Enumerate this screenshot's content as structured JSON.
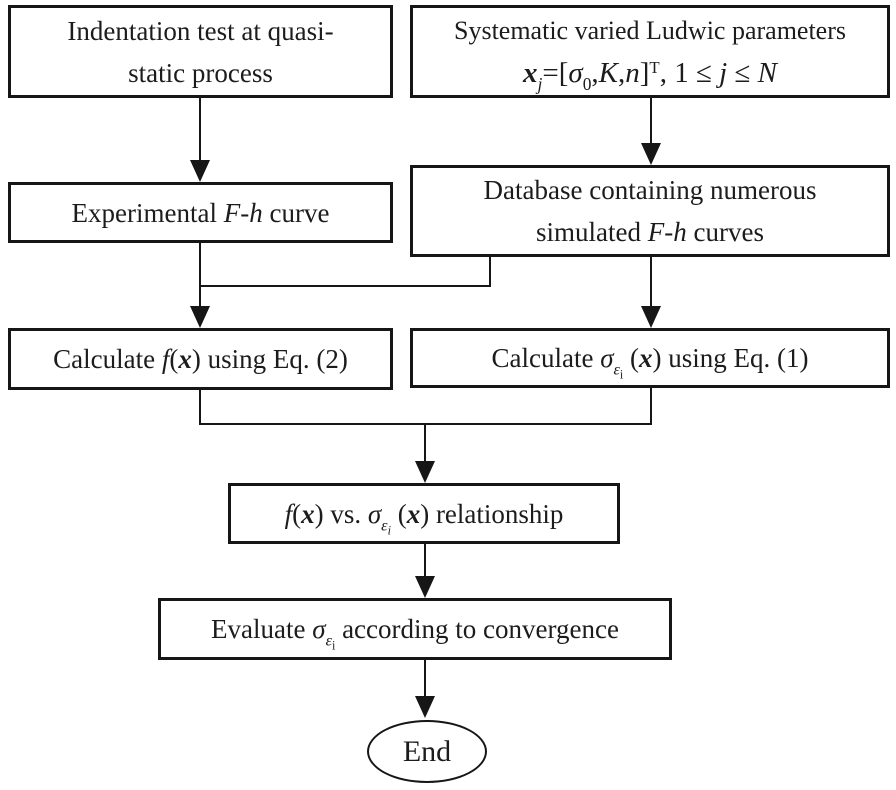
{
  "colors": {
    "line": "#161616",
    "text": "#1c1c1c",
    "background": "#ffffff"
  },
  "nodes": {
    "indentation": {
      "line1": "Indentation test at quasi-",
      "line2": "static process"
    },
    "parameters": {
      "line1": "Systematic varied Ludwic parameters",
      "line2": [
        {
          "t": "x",
          "s": "b i"
        },
        {
          "t": "j",
          "s": "i sub"
        },
        {
          "t": "=[",
          "s": ""
        },
        {
          "t": "σ",
          "s": "i"
        },
        {
          "t": "0",
          "s": "sub"
        },
        {
          "t": ",",
          "s": ""
        },
        {
          "t": "K",
          "s": "i"
        },
        {
          "t": ",",
          "s": ""
        },
        {
          "t": "n",
          "s": "i"
        },
        {
          "t": "]",
          "s": ""
        },
        {
          "t": "T",
          "s": "sup"
        },
        {
          "t": ",  1 ",
          "s": ""
        },
        {
          "t": "≤ ",
          "s": ""
        },
        {
          "t": "j",
          "s": "i"
        },
        {
          "t": " ≤ ",
          "s": ""
        },
        {
          "t": "N",
          "s": "i"
        }
      ]
    },
    "experimental": {
      "content": [
        {
          "t": "Experimental ",
          "s": ""
        },
        {
          "t": "F",
          "s": "i"
        },
        {
          "t": "-",
          "s": ""
        },
        {
          "t": "h",
          "s": "i"
        },
        {
          "t": " curve",
          "s": ""
        }
      ]
    },
    "database": {
      "line1": "Database containing numerous",
      "line2": [
        {
          "t": "simulated ",
          "s": ""
        },
        {
          "t": "F",
          "s": "i"
        },
        {
          "t": "-",
          "s": ""
        },
        {
          "t": "h",
          "s": "i"
        },
        {
          "t": " curves",
          "s": ""
        }
      ]
    },
    "calc_f": {
      "content": [
        {
          "t": "Calculate ",
          "s": ""
        },
        {
          "t": "f",
          "s": "i"
        },
        {
          "t": "(",
          "s": ""
        },
        {
          "t": "x",
          "s": "b i"
        },
        {
          "t": ")",
          "s": ""
        },
        {
          "t": " using Eq. (2)",
          "s": ""
        }
      ]
    },
    "calc_sigma": {
      "content": [
        {
          "t": "Calculate ",
          "s": ""
        },
        {
          "t": "σ",
          "s": "i"
        },
        {
          "t": "ε",
          "s": "i sub"
        },
        {
          "t": "i",
          "s": "subsub"
        },
        {
          "t": " (",
          "s": ""
        },
        {
          "t": "x",
          "s": "b i"
        },
        {
          "t": ")",
          "s": ""
        },
        {
          "t": " using Eq. (1)",
          "s": ""
        }
      ]
    },
    "relationship": {
      "content": [
        {
          "t": "f",
          "s": "i"
        },
        {
          "t": "(",
          "s": ""
        },
        {
          "t": "x",
          "s": "b i"
        },
        {
          "t": ")",
          "s": ""
        },
        {
          "t": " vs. ",
          "s": ""
        },
        {
          "t": "σ",
          "s": "i"
        },
        {
          "t": "ε",
          "s": "i sub"
        },
        {
          "t": "i",
          "s": "i subsub"
        },
        {
          "t": " (",
          "s": ""
        },
        {
          "t": "x",
          "s": "b i"
        },
        {
          "t": ")",
          "s": ""
        },
        {
          "t": " relationship",
          "s": ""
        }
      ]
    },
    "evaluate": {
      "content": [
        {
          "t": "Evaluate ",
          "s": ""
        },
        {
          "t": "σ",
          "s": "i"
        },
        {
          "t": "ε",
          "s": "i sub"
        },
        {
          "t": "i",
          "s": "subsub"
        },
        {
          "t": "  according to convergence",
          "s": ""
        }
      ]
    },
    "end": {
      "label": "End"
    }
  }
}
